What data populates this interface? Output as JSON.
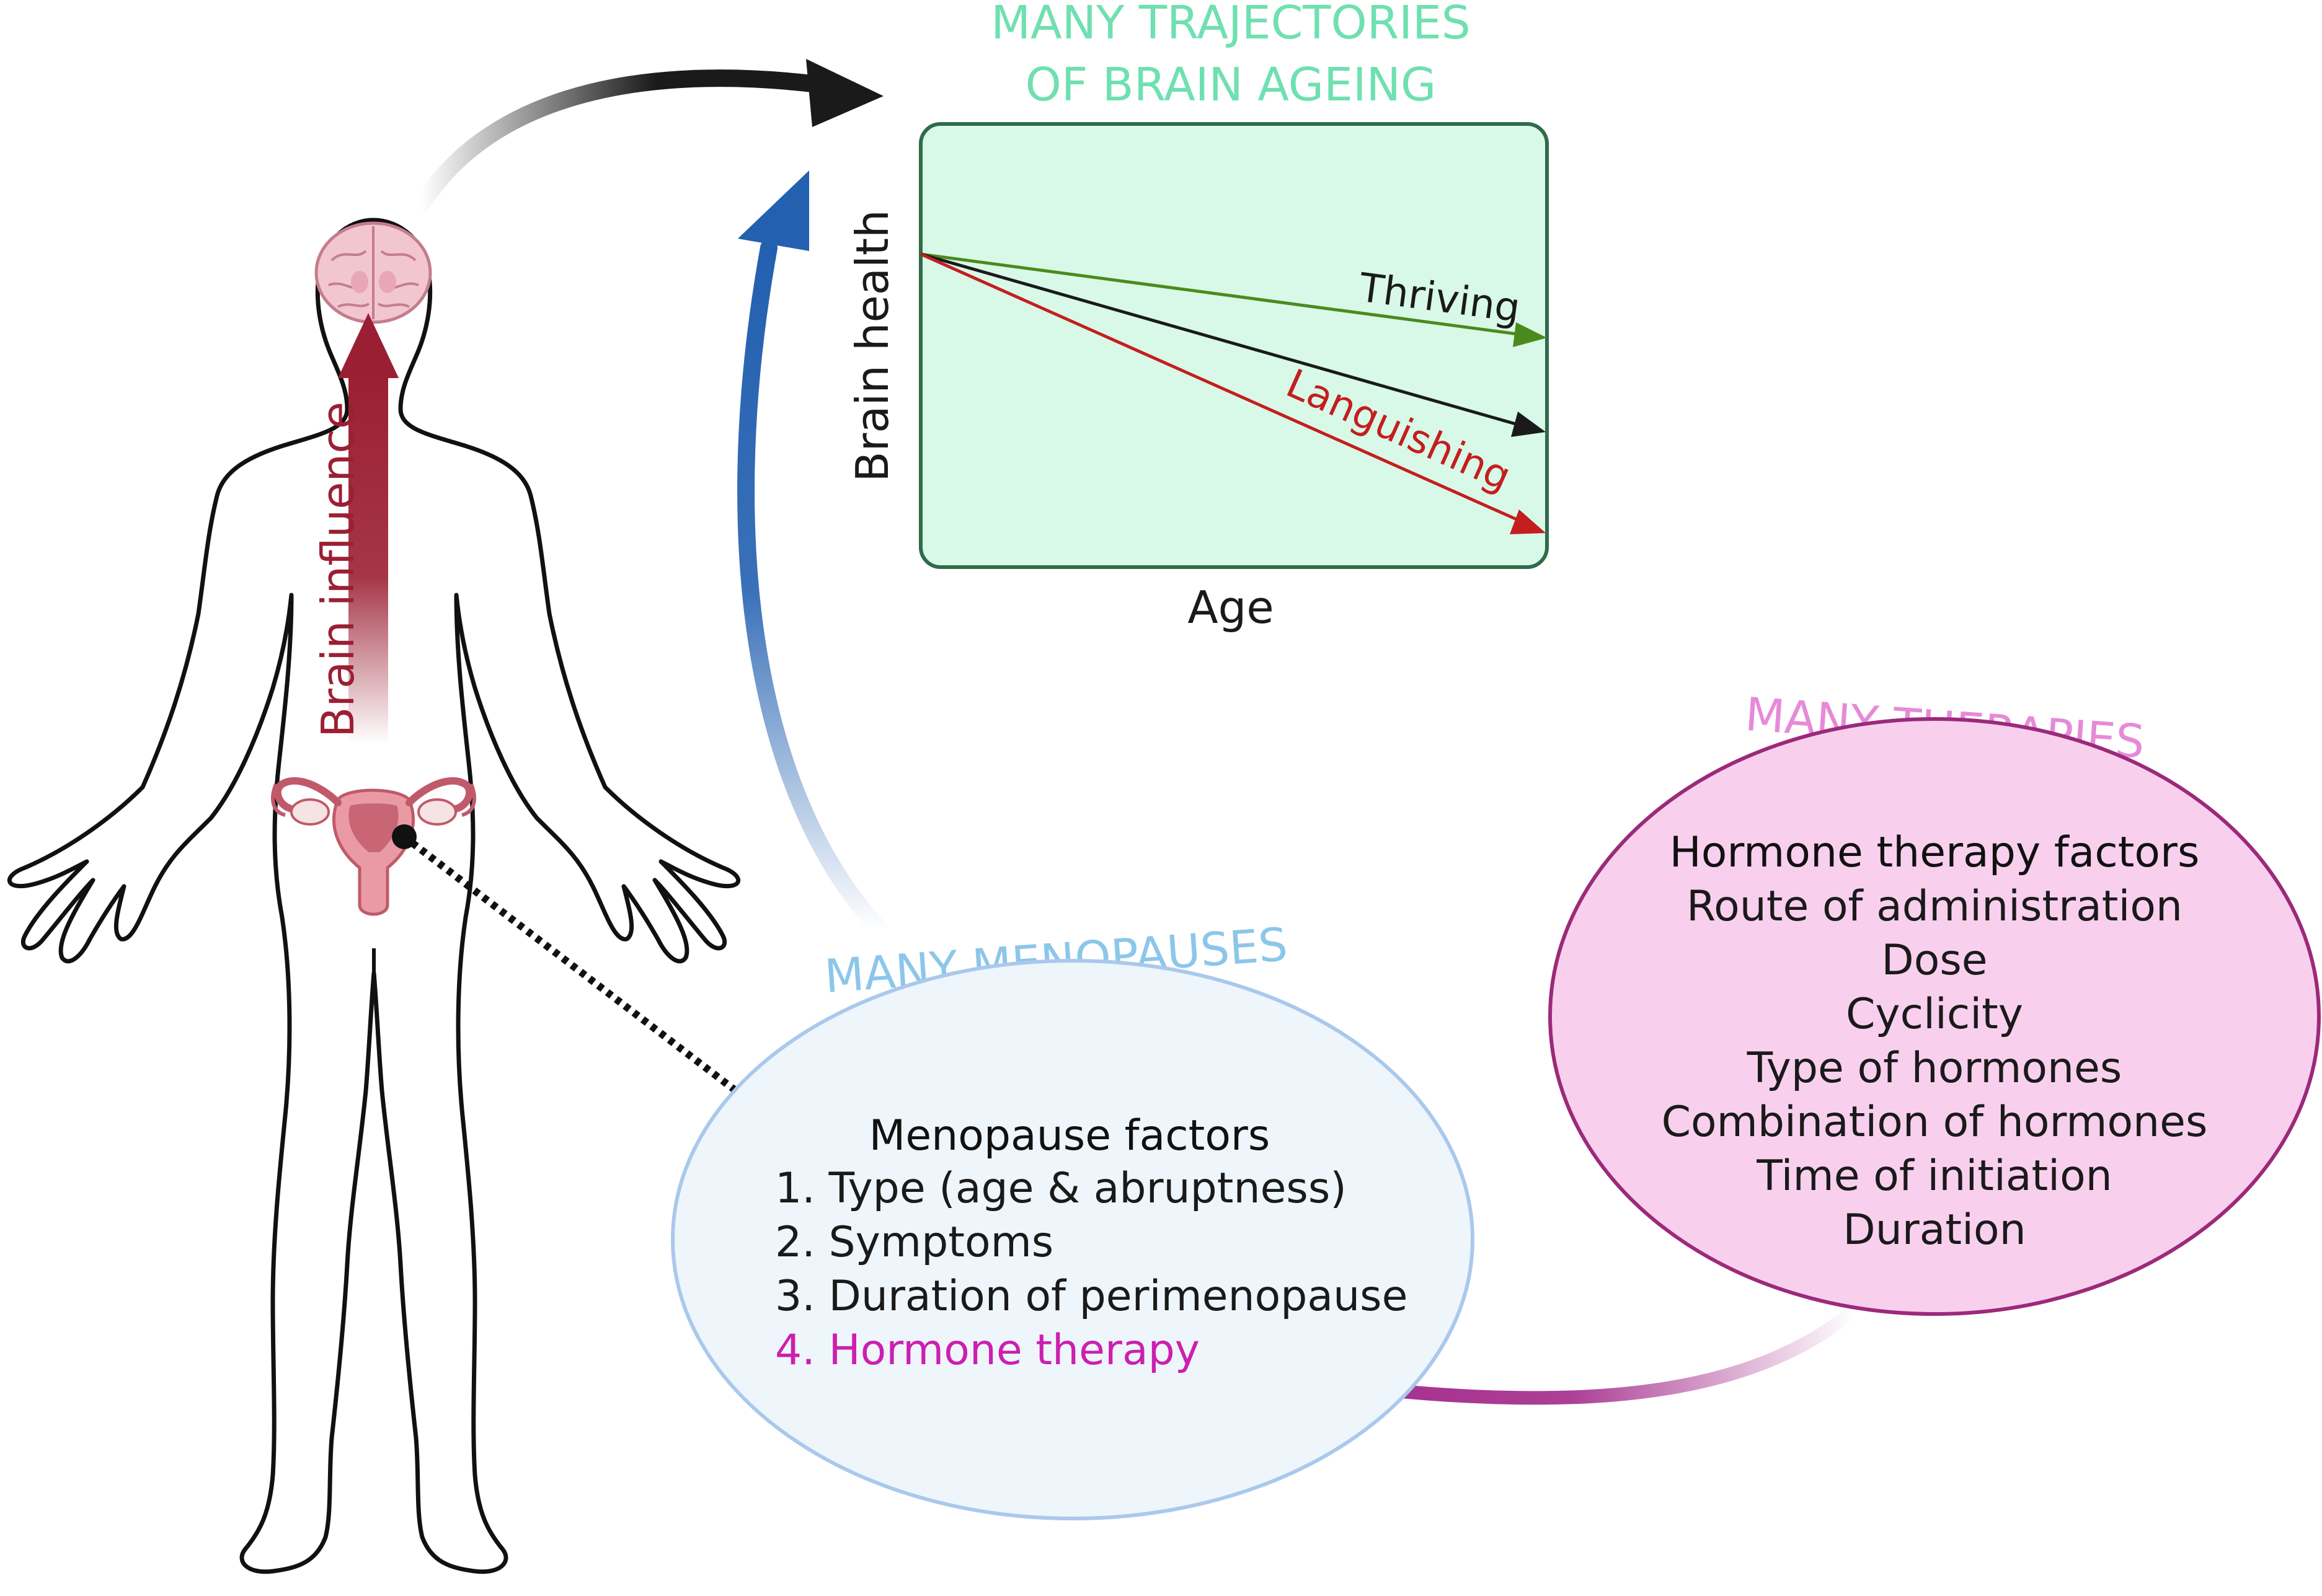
{
  "trajectories": {
    "title_line1": "MANY TRAJECTORIES",
    "title_line2": "OF BRAIN AGEING",
    "y_axis_label": "Brain health",
    "x_axis_label": "Age",
    "thriving_label": "Thriving",
    "languishing_label": "Languishing"
  },
  "brain_influence_label": "Brain influence",
  "menopauses": {
    "title": "MANY MENOPAUSES",
    "heading": "Menopause factors",
    "items": [
      "1. Type (age & abruptness)",
      "2. Symptoms",
      "3. Duration of perimenopause",
      "4. Hormone therapy"
    ]
  },
  "therapies": {
    "title": "MANY THERAPIES",
    "heading": "Hormone therapy factors",
    "items": [
      "Route of administration",
      "Dose",
      "Cyclicity",
      "Type of hormones",
      "Combination of hormones",
      "Time of initiation",
      "Duration"
    ]
  },
  "colors": {
    "title_green": "#6fe0b0",
    "panel_fill": "#d8f8e8",
    "panel_stroke": "#2f6b4a",
    "thriving": "#4a8a1c",
    "neutral": "#1a1a1a",
    "languishing": "#c41e1e",
    "brain_arrow": "#9b1f33",
    "blue_arrow": "#2360b0",
    "menopause_title": "#8cc6ea",
    "menopause_fill": "#eef6fb",
    "menopause_stroke": "#a9c9ec",
    "therapy_title": "#e68ad8",
    "therapy_fill": "#f8d0ee",
    "therapy_stroke": "#9b2a7a",
    "hormone_item": "#cc1fb0",
    "purple_arrow": "#a32a8a"
  }
}
